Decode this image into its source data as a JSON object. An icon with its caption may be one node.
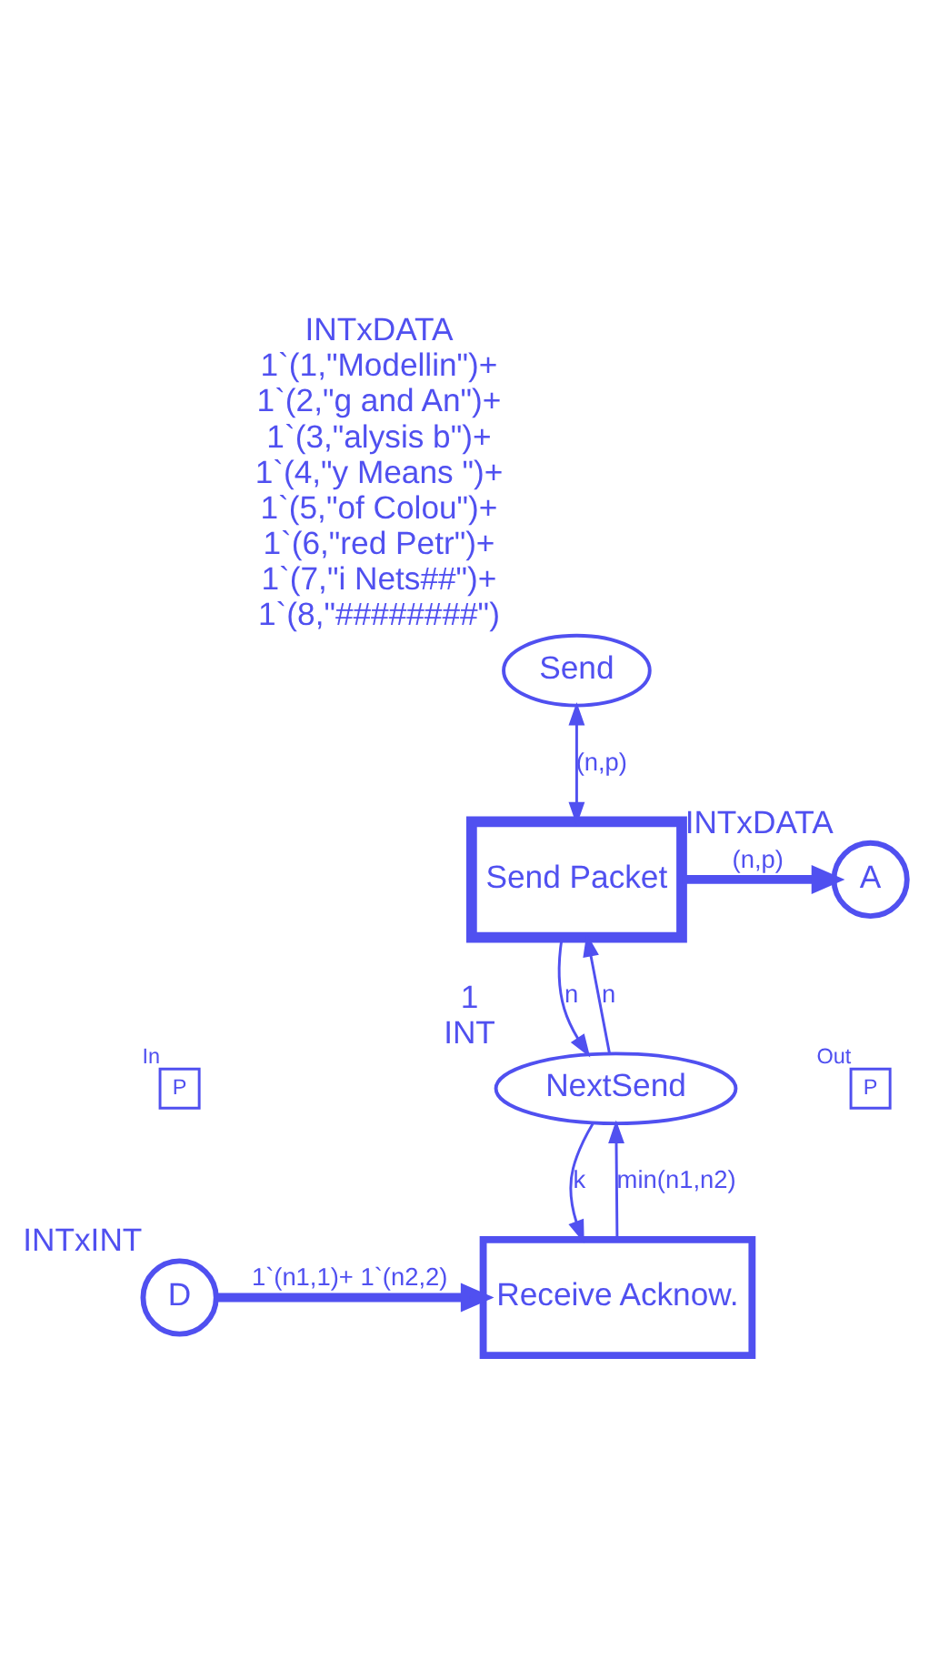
{
  "diagram": {
    "nodes": [
      {
        "text": [
          "Send"
        ],
        "beside": [
          "INTxDATA",
          "1`(1,\"Modellin\")+",
          "1`(2,\"g and An\")+",
          "1`(3,\"alysis b\")+",
          "1`(4,\"y Means \")+",
          "1`(5,\"of Colou\")+",
          "1`(6,\"red Petr\")+",
          "1`(7,\"i Nets##\")+",
          "1`(8,\"########\")"
        ]
      },
      {
        "text": [
          "Send Packet"
        ]
      },
      {
        "text": [
          "A"
        ],
        "beside": [
          "INTxDATA"
        ]
      },
      {
        "text": [
          "P"
        ],
        "beside": [
          "Out"
        ]
      },
      {
        "text": [
          "NextSend"
        ],
        "beside": [
          "1",
          "INT"
        ]
      },
      {
        "text": [
          "Receive Acknow."
        ]
      },
      {
        "text": [
          "P"
        ],
        "beside": [
          "In"
        ]
      },
      {
        "text": [
          "D"
        ],
        "beside": [
          "INTxINT"
        ]
      }
    ],
    "edges": [
      {
        "from": 0,
        "to": 1,
        "arrow": "both",
        "label": "(n,p)"
      },
      {
        "from": 1,
        "to": 2,
        "arrow": "to",
        "label": "(n,p)",
        "style": "thick"
      },
      {
        "from": 4,
        "to": 1,
        "arrow": "to",
        "label": "n"
      },
      {
        "from": 1,
        "to": 4,
        "arrow": "to",
        "label": "n"
      },
      {
        "from": 4,
        "to": 5,
        "arrow": "to",
        "label": "k"
      },
      {
        "from": 5,
        "to": 4,
        "arrow": "to",
        "label": "min(n1,n2)"
      },
      {
        "from": 7,
        "to": 5,
        "arrow": "to",
        "label": "1`(n1,1)+ 1`(n2,2)",
        "style": "thick"
      }
    ]
  }
}
